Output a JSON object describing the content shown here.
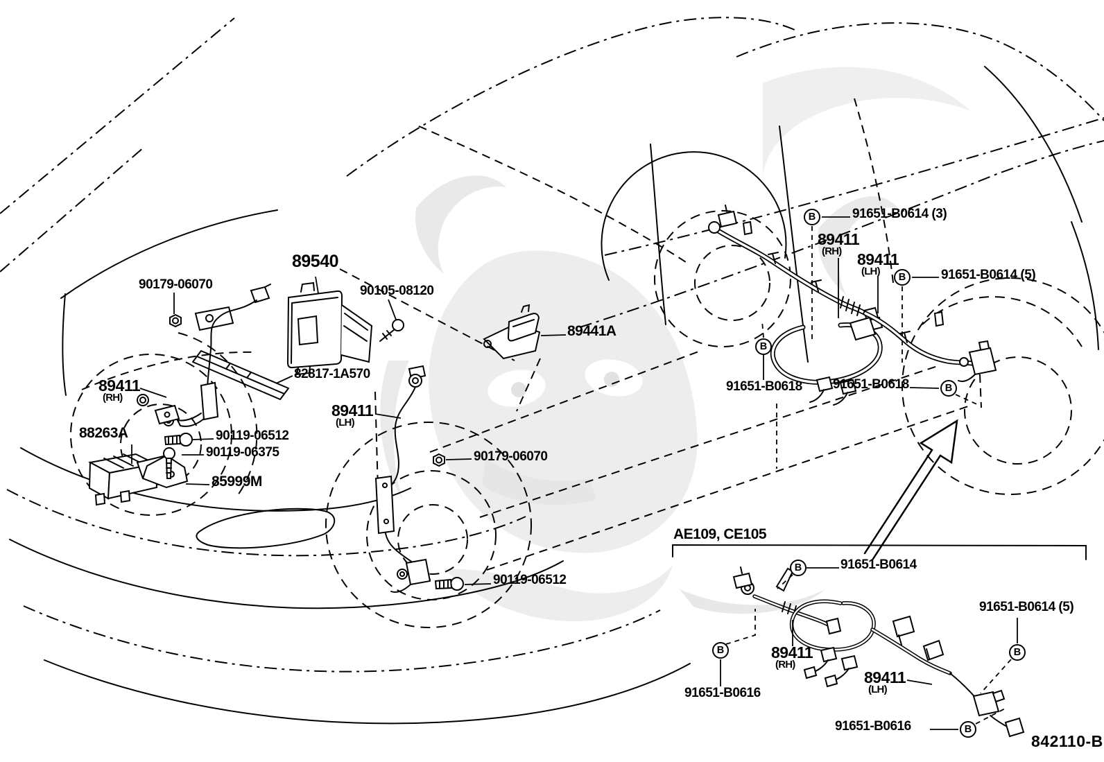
{
  "figure": {
    "drawing_number": "842110-B",
    "inset_variant_header": "AE109, CE105"
  },
  "symbols": {
    "bolt": "B"
  },
  "labels": [
    {
      "text": "90179-06070"
    },
    {
      "text": "89540"
    },
    {
      "text": "90105-08120"
    },
    {
      "text": "89441A"
    },
    {
      "text": "82817-1A570"
    },
    {
      "text": "89411",
      "sub": "(RH)"
    },
    {
      "text": "88263A"
    },
    {
      "text": "90119-06512"
    },
    {
      "text": "90119-06375"
    },
    {
      "text": "85999M"
    },
    {
      "text": "89411",
      "sub": "(LH)"
    },
    {
      "text": "90179-06070"
    },
    {
      "text": "90119-06512"
    },
    {
      "text": "91651-B0614 (3)"
    },
    {
      "text": "89411",
      "sub": "(RH)"
    },
    {
      "text": "89411",
      "sub": "(LH)"
    },
    {
      "text": "91651-B0614 (5)"
    },
    {
      "text": "91651-B0618"
    },
    {
      "text": "91651-B0618"
    },
    {
      "text": "91651-B0614"
    },
    {
      "text": "91651-B0614 (5)"
    },
    {
      "text": "89411",
      "sub": "(RH)"
    },
    {
      "text": "89411",
      "sub": "(LH)"
    },
    {
      "text": "91651-B0616"
    },
    {
      "text": "91651-B0616"
    }
  ]
}
